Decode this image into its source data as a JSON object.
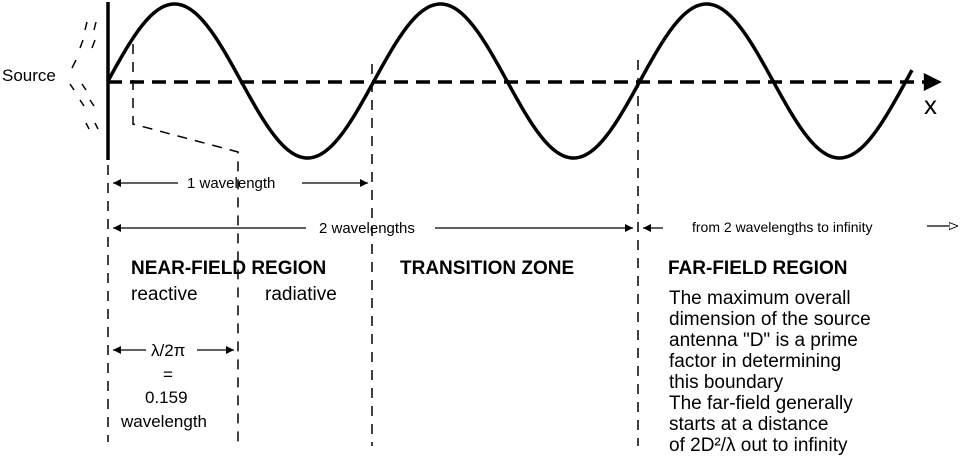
{
  "source_label": "Source",
  "axis_label": "x",
  "measurements": {
    "one_wavelength": "1 wavelength",
    "two_wavelengths": "2 wavelengths",
    "far_range": "from 2 wavelengths to infinity"
  },
  "regions": {
    "near_field": {
      "title": "NEAR-FIELD REGION",
      "reactive": "reactive",
      "radiative": "radiative"
    },
    "transition": {
      "title": "TRANSITION ZONE"
    },
    "far_field": {
      "title": "FAR-FIELD REGION",
      "description": [
        "The maximum overall",
        "dimension of the source",
        "antenna \"D\" is a prime",
        "factor in determining",
        "this boundary",
        "The far-field generally",
        "starts at a distance",
        "of 2D²/λ out to infinity"
      ]
    }
  },
  "reactive_boundary": {
    "formula": "λ/2π",
    "equals": "=",
    "value": "0.159",
    "unit": "wavelength"
  }
}
